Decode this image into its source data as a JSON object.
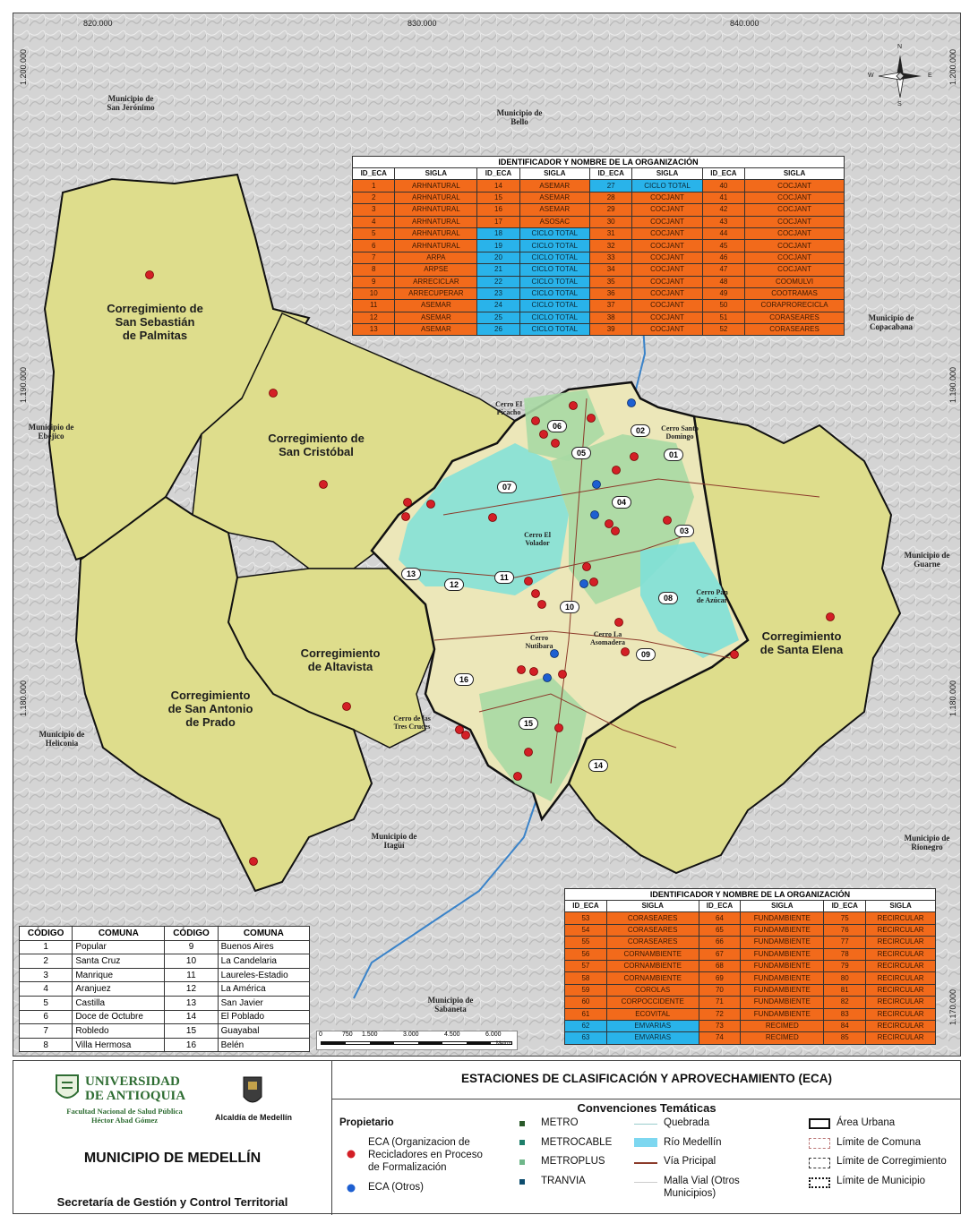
{
  "coords": {
    "top": [
      "820.000",
      "830.000",
      "840.000"
    ],
    "left": [
      "1.200.000",
      "1.190.000",
      "1.180.000"
    ],
    "right": [
      "1.200.000",
      "1.190.000",
      "1.180.000",
      "1.170.000"
    ]
  },
  "municipalities": [
    {
      "name": "Municipio de\nSan Jerónimo"
    },
    {
      "name": "Municipio de\nBello"
    },
    {
      "name": "Municipio de\nCopacabana"
    },
    {
      "name": "Municipio de\nEbéjico"
    },
    {
      "name": "Municipio de\nGuarne"
    },
    {
      "name": "Municipio de\nHeliconia"
    },
    {
      "name": "Municipio de\nRionegro"
    },
    {
      "name": "Municipio de\nItagüí"
    },
    {
      "name": "Municipio de\nSabaneta"
    }
  ],
  "corregimientos": [
    {
      "name": "Corregimiento de\nSan Sebastián\nde Palmitas"
    },
    {
      "name": "Corregimiento de\nSan Cristóbal"
    },
    {
      "name": "Corregimiento\nde Altavista"
    },
    {
      "name": "Corregimiento\nde San Antonio\nde Prado"
    },
    {
      "name": "Corregimiento\nde Santa Elena"
    }
  ],
  "cerros": [
    {
      "name": "Cerro El\nPicacho"
    },
    {
      "name": "Cerro Santo\nDomingo"
    },
    {
      "name": "Cerro El\nVolador"
    },
    {
      "name": "Cerro Pan\nde Azúcar"
    },
    {
      "name": "Cerro\nNutibara"
    },
    {
      "name": "Cerro La\nAsomadera"
    },
    {
      "name": "Cerro de las\nTres Cruces"
    }
  ],
  "comuna_badges": [
    "01",
    "02",
    "03",
    "04",
    "05",
    "06",
    "07",
    "08",
    "09",
    "10",
    "11",
    "12",
    "13",
    "14",
    "15",
    "16"
  ],
  "org_table_top": {
    "title": "IDENTIFICADOR Y NOMBRE DE LA ORGANIZACIÓN",
    "headers": [
      "ID_ECA",
      "SIGLA",
      "ID_ECA",
      "SIGLA",
      "ID_ECA",
      "SIGLA",
      "ID_ECA",
      "SIGLA"
    ],
    "rows": [
      [
        [
          "1",
          "ARHNATURAL",
          "o"
        ],
        [
          "14",
          "ASEMAR",
          "o"
        ],
        [
          "27",
          "CICLO TOTAL",
          "b"
        ],
        [
          "40",
          "COCJANT",
          "o"
        ]
      ],
      [
        [
          "2",
          "ARHNATURAL",
          "o"
        ],
        [
          "15",
          "ASEMAR",
          "o"
        ],
        [
          "28",
          "COCJANT",
          "o"
        ],
        [
          "41",
          "COCJANT",
          "o"
        ]
      ],
      [
        [
          "3",
          "ARHNATURAL",
          "o"
        ],
        [
          "16",
          "ASEMAR",
          "o"
        ],
        [
          "29",
          "COCJANT",
          "o"
        ],
        [
          "42",
          "COCJANT",
          "o"
        ]
      ],
      [
        [
          "4",
          "ARHNATURAL",
          "o"
        ],
        [
          "17",
          "ASOSAC",
          "o"
        ],
        [
          "30",
          "COCJANT",
          "o"
        ],
        [
          "43",
          "COCJANT",
          "o"
        ]
      ],
      [
        [
          "5",
          "ARHNATURAL",
          "o"
        ],
        [
          "18",
          "CICLO TOTAL",
          "b"
        ],
        [
          "31",
          "COCJANT",
          "o"
        ],
        [
          "44",
          "COCJANT",
          "o"
        ]
      ],
      [
        [
          "6",
          "ARHNATURAL",
          "o"
        ],
        [
          "19",
          "CICLO TOTAL",
          "b"
        ],
        [
          "32",
          "COCJANT",
          "o"
        ],
        [
          "45",
          "COCJANT",
          "o"
        ]
      ],
      [
        [
          "7",
          "ARPA",
          "o"
        ],
        [
          "20",
          "CICLO TOTAL",
          "b"
        ],
        [
          "33",
          "COCJANT",
          "o"
        ],
        [
          "46",
          "COCJANT",
          "o"
        ]
      ],
      [
        [
          "8",
          "ARPSE",
          "o"
        ],
        [
          "21",
          "CICLO TOTAL",
          "b"
        ],
        [
          "34",
          "COCJANT",
          "o"
        ],
        [
          "47",
          "COCJANT",
          "o"
        ]
      ],
      [
        [
          "9",
          "ARRECICLAR",
          "o"
        ],
        [
          "22",
          "CICLO TOTAL",
          "b"
        ],
        [
          "35",
          "COCJANT",
          "o"
        ],
        [
          "48",
          "COOMULVI",
          "o"
        ]
      ],
      [
        [
          "10",
          "ARRECUPERAR",
          "o"
        ],
        [
          "23",
          "CICLO TOTAL",
          "b"
        ],
        [
          "36",
          "COCJANT",
          "o"
        ],
        [
          "49",
          "COOTRAMAS",
          "o"
        ]
      ],
      [
        [
          "11",
          "ASEMAR",
          "o"
        ],
        [
          "24",
          "CICLO TOTAL",
          "b"
        ],
        [
          "37",
          "COCJANT",
          "o"
        ],
        [
          "50",
          "CORAPRORECICLA",
          "o"
        ]
      ],
      [
        [
          "12",
          "ASEMAR",
          "o"
        ],
        [
          "25",
          "CICLO TOTAL",
          "b"
        ],
        [
          "38",
          "COCJANT",
          "o"
        ],
        [
          "51",
          "CORASEARES",
          "o"
        ]
      ],
      [
        [
          "13",
          "ASEMAR",
          "o"
        ],
        [
          "26",
          "CICLO TOTAL",
          "b"
        ],
        [
          "39",
          "COCJANT",
          "o"
        ],
        [
          "52",
          "CORASEARES",
          "o"
        ]
      ]
    ]
  },
  "org_table_bottom": {
    "title": "IDENTIFICADOR Y NOMBRE DE LA ORGANIZACIÓN",
    "headers": [
      "ID_ECA",
      "SIGLA",
      "ID_ECA",
      "SIGLA",
      "ID_ECA",
      "SIGLA"
    ],
    "rows": [
      [
        [
          "53",
          "CORASEARES",
          "o"
        ],
        [
          "64",
          "FUNDAMBIENTE",
          "o"
        ],
        [
          "75",
          "RECIRCULAR",
          "o"
        ]
      ],
      [
        [
          "54",
          "CORASEARES",
          "o"
        ],
        [
          "65",
          "FUNDAMBIENTE",
          "o"
        ],
        [
          "76",
          "RECIRCULAR",
          "o"
        ]
      ],
      [
        [
          "55",
          "CORASEARES",
          "o"
        ],
        [
          "66",
          "FUNDAMBIENTE",
          "o"
        ],
        [
          "77",
          "RECIRCULAR",
          "o"
        ]
      ],
      [
        [
          "56",
          "CORNAMBIENTE",
          "o"
        ],
        [
          "67",
          "FUNDAMBIENTE",
          "o"
        ],
        [
          "78",
          "RECIRCULAR",
          "o"
        ]
      ],
      [
        [
          "57",
          "CORNAMBIENTE",
          "o"
        ],
        [
          "68",
          "FUNDAMBIENTE",
          "o"
        ],
        [
          "79",
          "RECIRCULAR",
          "o"
        ]
      ],
      [
        [
          "58",
          "CORNAMBIENTE",
          "o"
        ],
        [
          "69",
          "FUNDAMBIENTE",
          "o"
        ],
        [
          "80",
          "RECIRCULAR",
          "o"
        ]
      ],
      [
        [
          "59",
          "COROLAS",
          "o"
        ],
        [
          "70",
          "FUNDAMBIENTE",
          "o"
        ],
        [
          "81",
          "RECIRCULAR",
          "o"
        ]
      ],
      [
        [
          "60",
          "CORPOCCIDENTE",
          "o"
        ],
        [
          "71",
          "FUNDAMBIENTE",
          "o"
        ],
        [
          "82",
          "RECIRCULAR",
          "o"
        ]
      ],
      [
        [
          "61",
          "ECOVITAL",
          "o"
        ],
        [
          "72",
          "FUNDAMBIENTE",
          "o"
        ],
        [
          "83",
          "RECIRCULAR",
          "o"
        ]
      ],
      [
        [
          "62",
          "EMVARIAS",
          "b"
        ],
        [
          "73",
          "RECIMED",
          "o"
        ],
        [
          "84",
          "RECIRCULAR",
          "o"
        ]
      ],
      [
        [
          "63",
          "EMVARIAS",
          "b"
        ],
        [
          "74",
          "RECIMED",
          "o"
        ],
        [
          "85",
          "RECIRCULAR",
          "o"
        ]
      ]
    ]
  },
  "comuna_table": {
    "headers": [
      "CÓDIGO",
      "COMUNA",
      "CÓDIGO",
      "COMUNA"
    ],
    "rows": [
      [
        "1",
        "Popular",
        "9",
        "Buenos Aires"
      ],
      [
        "2",
        "Santa Cruz",
        "10",
        "La Candelaria"
      ],
      [
        "3",
        "Manrique",
        "11",
        "Laureles-Estadio"
      ],
      [
        "4",
        "Aranjuez",
        "12",
        "La América"
      ],
      [
        "5",
        "Castilla",
        "13",
        "San Javier"
      ],
      [
        "6",
        "Doce de Octubre",
        "14",
        "El Poblado"
      ],
      [
        "7",
        "Robledo",
        "15",
        "Guayabal"
      ],
      [
        "8",
        "Villa Hermosa",
        "16",
        "Belén"
      ]
    ]
  },
  "scale": {
    "ticks": [
      "0",
      "750",
      "1.500",
      "3.000",
      "4.500",
      "6.000"
    ],
    "unit": "Metros"
  },
  "north": {
    "n": "N",
    "s": "S",
    "e": "E",
    "w": "W"
  },
  "footer": {
    "univ_line1": "UNIVERSIDAD",
    "univ_line2": "DE ANTIOQUIA",
    "faculty": "Facultad Nacional de Salud Pública\nHéctor Abad Gómez",
    "alcaldia": "Alcaldía de Medellín",
    "municipio": "MUNICIPIO DE MEDELLÍN",
    "secretaria": "Secretaría de Gestión y Control Territorial",
    "main_title": "ESTACIONES DE CLASIFICACIÓN Y APROVECHAMIENTO (ECA)",
    "conv_title": "Convenciones Temáticas",
    "propietario": "Propietario",
    "eca_red": "ECA (Organizacion de\nRecicladores en Proceso\nde Formalización",
    "eca_blue": "ECA (Otros)",
    "metro": "METRO",
    "metrocable": "METROCABLE",
    "metroplus": "METROPLUS",
    "tranvia": "TRANVIA",
    "quebrada": "Quebrada",
    "rio": "Río Medellín",
    "via": "Vía Pricipal",
    "malla": "Malla Vial (Otros\nMunicipios)",
    "area_urbana": "Área Urbana",
    "lim_comuna": "Límite de Comuna",
    "lim_correg": "Límite de Corregimiento",
    "lim_muni": "Límite de Municipio"
  },
  "colors": {
    "corregimiento": "#dedd8c",
    "urban_green": "#a9d9a4",
    "urban_cyan": "#7fe0d8",
    "urban_cream": "#ece7b9",
    "orange_cell": "#f26a1b",
    "blue_cell": "#29b3ea",
    "eca_red": "#d31f26",
    "eca_blue": "#1d5fd1"
  }
}
